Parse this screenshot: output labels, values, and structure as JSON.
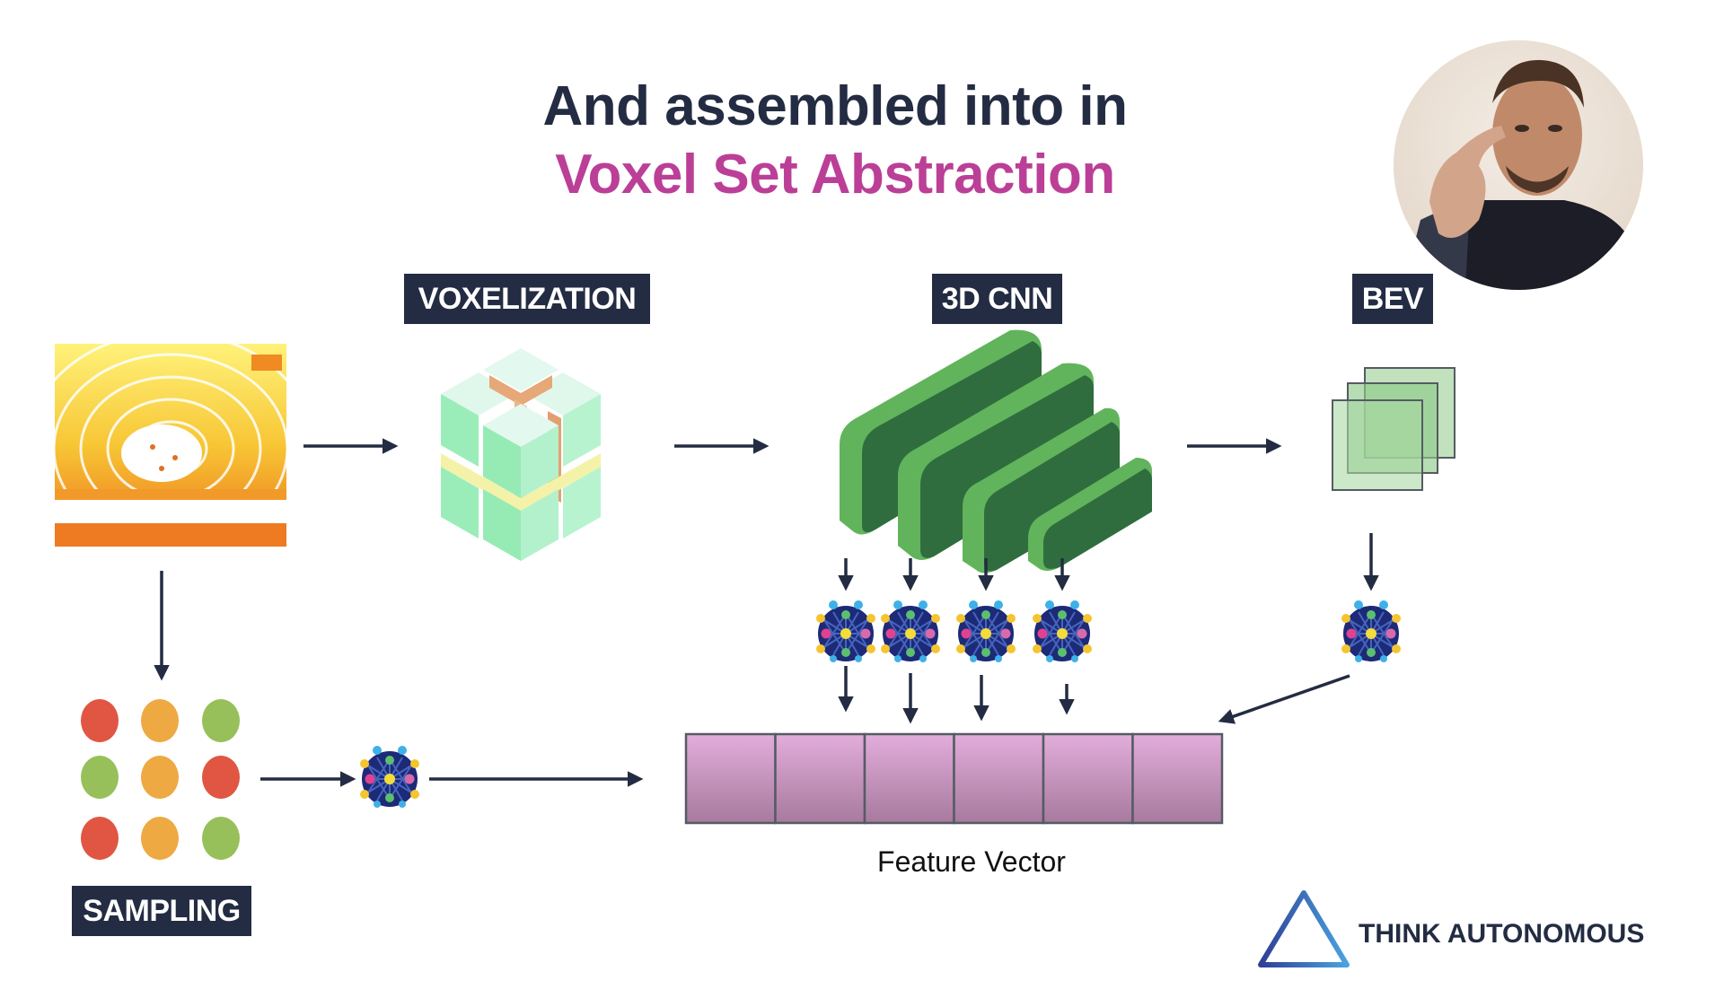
{
  "slide": {
    "title_line1": "And assembled into in",
    "title_line2": "Voxel Set Abstraction",
    "title_colors": {
      "line1": "#232c42",
      "line2": "#bb3f97"
    }
  },
  "stages": {
    "voxelization": "VOXELIZATION",
    "cnn3d": "3D CNN",
    "bev": "BEV",
    "sampling": "SAMPLING"
  },
  "feature_vector": {
    "label": "Feature Vector",
    "cells": 6,
    "color": "#d9a4d4"
  },
  "sampling_points": {
    "rows": [
      [
        "red",
        "orange",
        "green"
      ],
      [
        "green",
        "orange",
        "red"
      ],
      [
        "red",
        "orange",
        "green"
      ]
    ],
    "colors": {
      "red": "#e05643",
      "orange": "#eea942",
      "green": "#97c05a"
    }
  },
  "network_icons": {
    "count_cnn": 4,
    "count_bev": 1,
    "count_sampling": 1
  },
  "branding": {
    "logo_text": "THINK AUTONOMOUS",
    "logo_icon": "triangle-logo-icon"
  },
  "presenter": {
    "webcam": "presenter-webcam-feed"
  }
}
